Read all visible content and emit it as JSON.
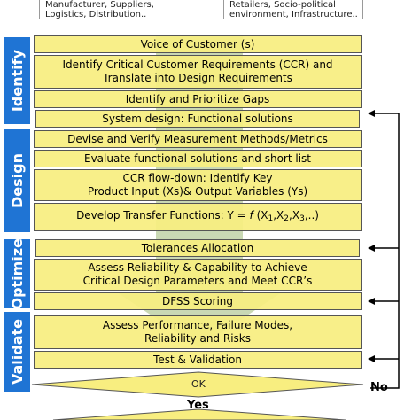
{
  "sources": [
    {
      "lines": [
        "Manufacturer, Suppliers,",
        "Logistics, Distribution.."
      ]
    },
    {
      "lines": [
        "Retailers, Socio-political",
        "environment, Infrastructure.."
      ]
    }
  ],
  "phases": [
    "Identify",
    "Design",
    "Optimize",
    "Validate"
  ],
  "steps": {
    "voice": "Voice of Customer (s)",
    "ccr_1": "Identify Critical Customer Requirements (CCR) and",
    "ccr_2": "Translate into Design Requirements",
    "gaps": "Identify and Prioritize Gaps",
    "system": "System design: Functional solutions",
    "measure": "Devise and Verify Measurement Methods/Metrics",
    "evaluate": "Evaluate functional solutions and short list",
    "flowdown_1": "CCR flow-down:  Identify Key",
    "flowdown_2": "Product Input (Xs)& Output Variables (Ys)",
    "transfer": "Develop Transfer Functions: Y = ",
    "tolerance": "Tolerances Allocation",
    "reliability_1": "Assess Reliability & Capability to Achieve",
    "reliability_2": "Critical Design Parameters and Meet CCR’s",
    "dfss": "DFSS Scoring",
    "perf_1": "Assess Performance, Failure Modes,",
    "perf_2": "Reliability and Risks",
    "test": "Test & Validation"
  },
  "formula": {
    "f": "f",
    "x": "X",
    "s1": "1",
    "s2": "2",
    "s3": "3",
    "tail": ",..)"
  },
  "decision": {
    "ok": "OK",
    "no": "No",
    "yes": "Yes"
  },
  "colors": {
    "phase": "#1f74d4",
    "box": "#f8ee80",
    "arrow": "#c9d8b4"
  }
}
